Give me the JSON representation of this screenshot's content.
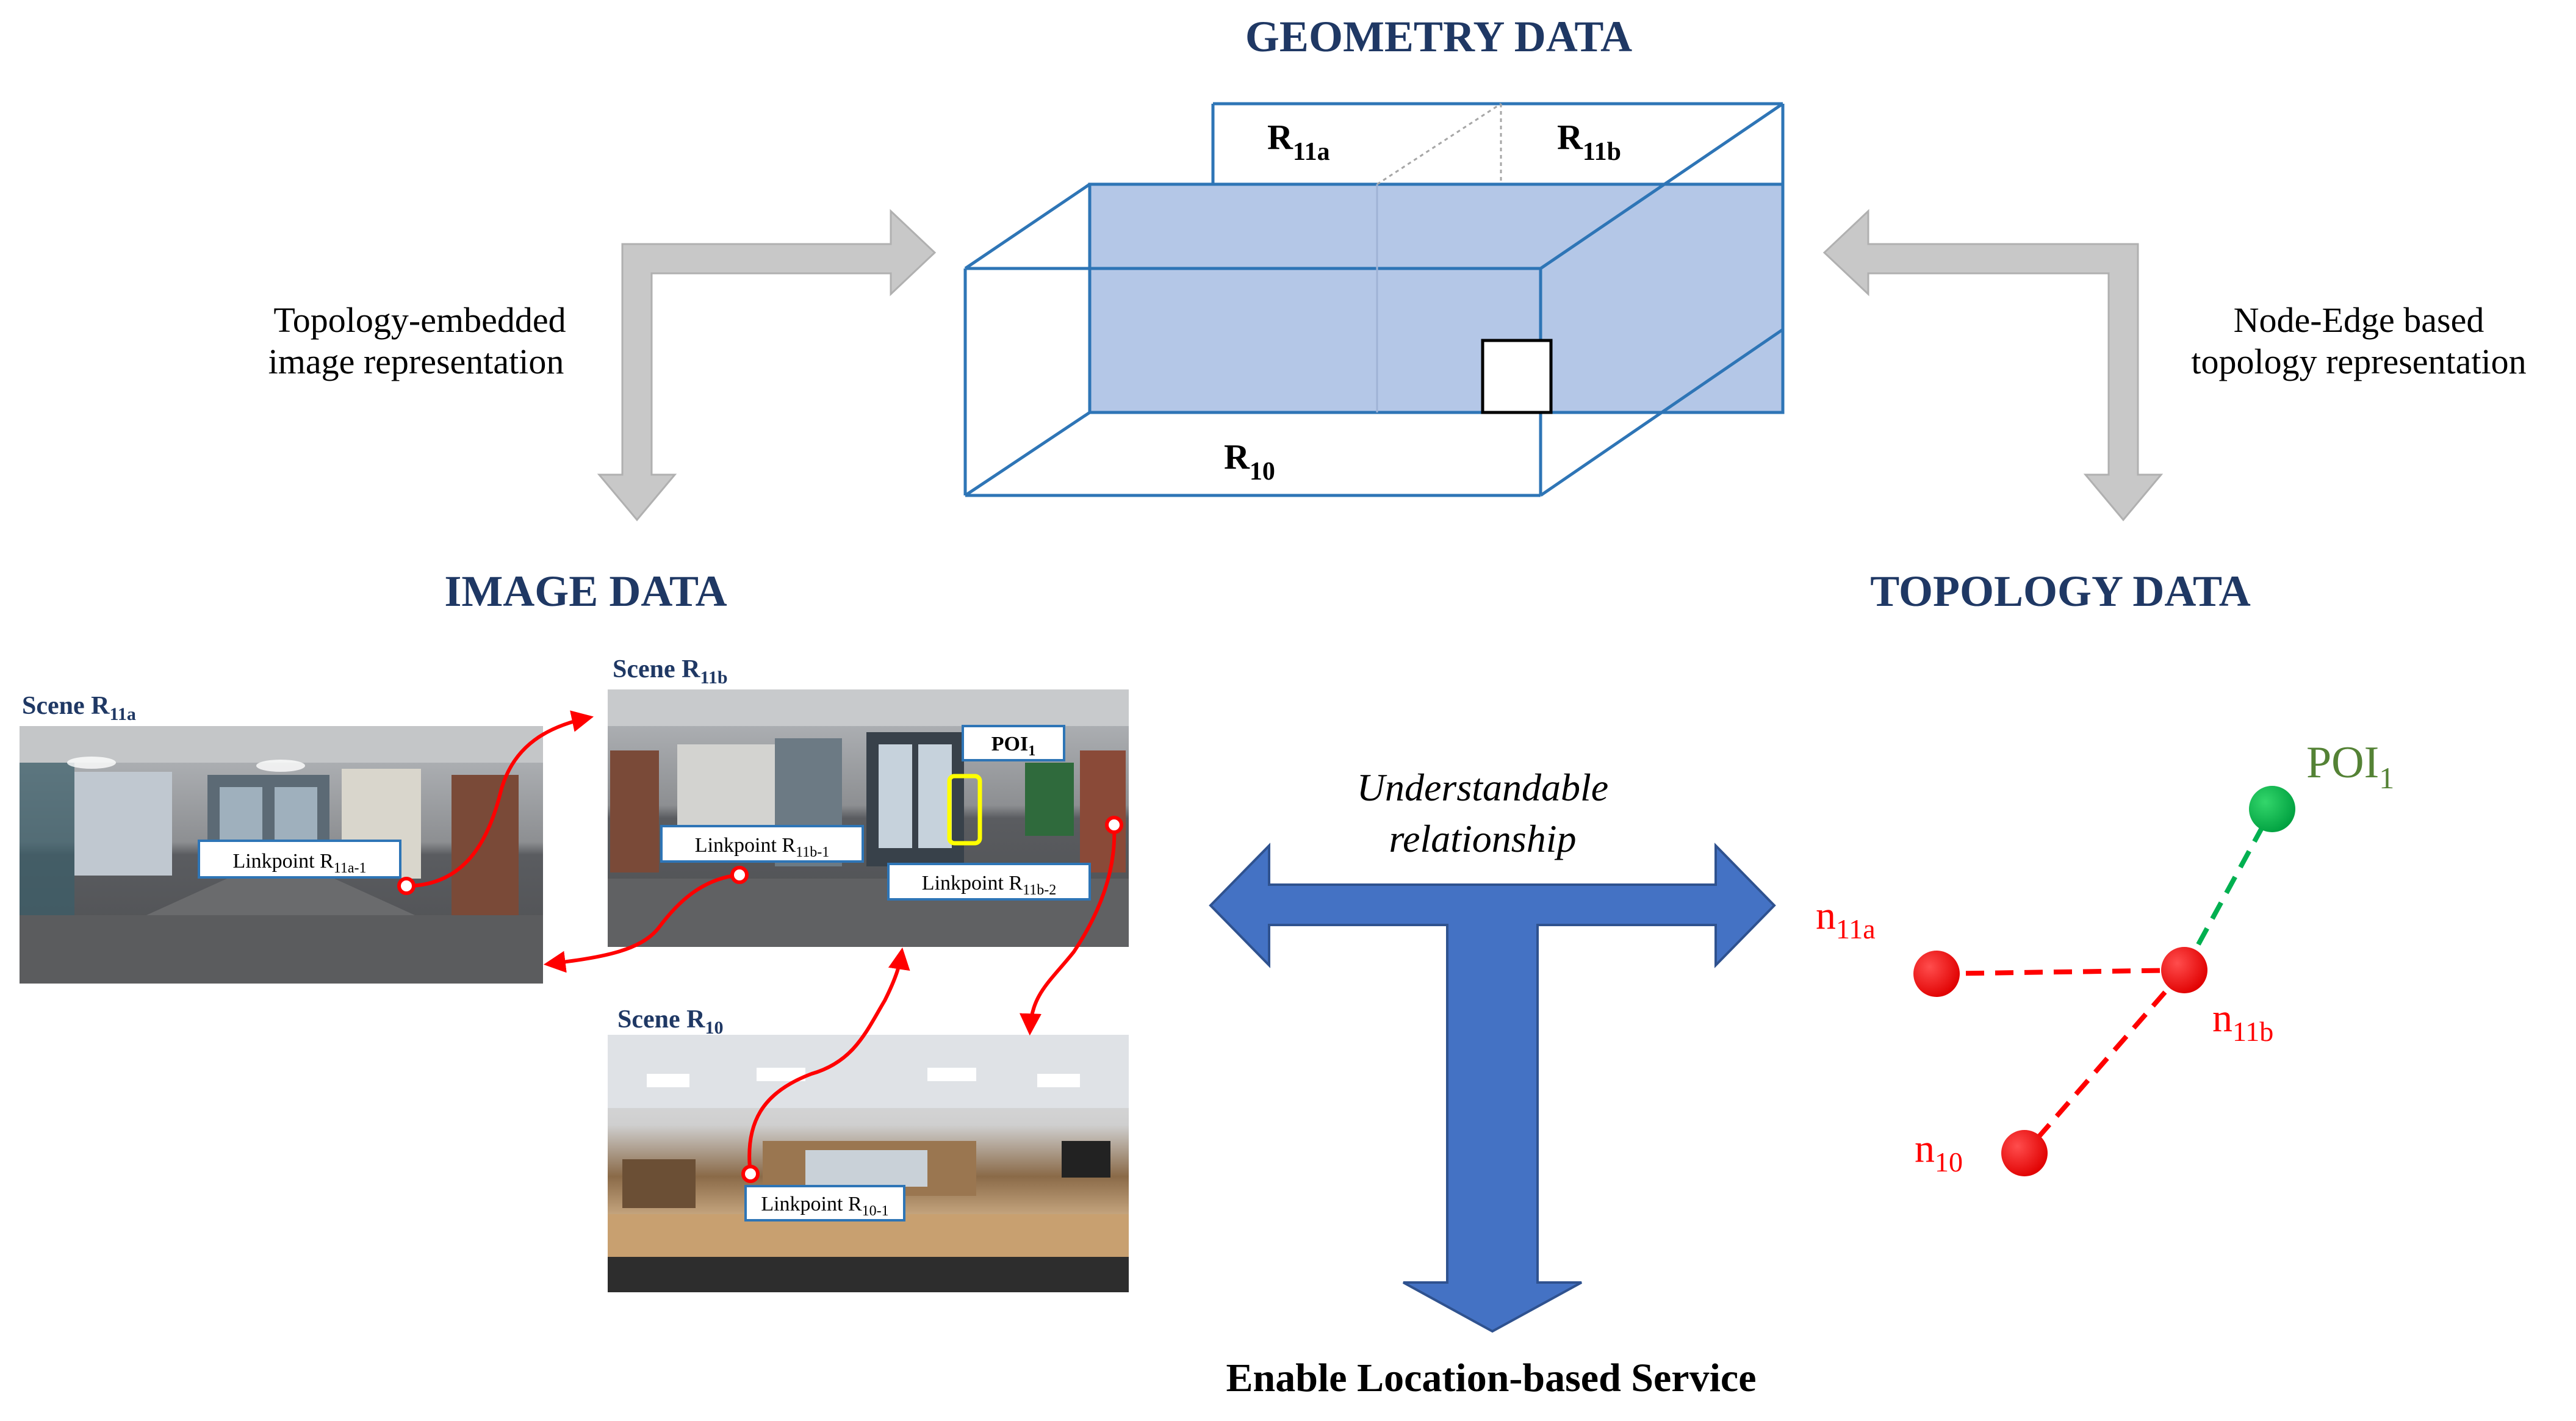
{
  "headings": {
    "geometry": "GEOMETRY DATA",
    "image": "IMAGE DATA",
    "topology": "TOPOLOGY DATA"
  },
  "captions": {
    "left_line1": "Topology-embedded",
    "left_line2": "image representation",
    "right_line1": "Node-Edge based",
    "right_line2": "topology representation",
    "center_line1": "Understandable",
    "center_line2": "relationship",
    "bottom": "Enable Location-based Service"
  },
  "geometry": {
    "room_r11a": {
      "base": "R",
      "sub": "11a"
    },
    "room_r11b": {
      "base": "R",
      "sub": "11b"
    },
    "room_r10": {
      "base": "R",
      "sub": "10"
    }
  },
  "scenes": {
    "r11a": {
      "label": "Scene R",
      "sub": "11a",
      "linkpoint": {
        "base": "Linkpoint R",
        "sub": "11a-1"
      }
    },
    "r11b": {
      "label": "Scene R",
      "sub": "11b",
      "linkpoint1": {
        "base": "Linkpoint R",
        "sub": "11b-1"
      },
      "linkpoint2": {
        "base": "Linkpoint R",
        "sub": "11b-2"
      },
      "poi": {
        "base": "POI",
        "sub": "1"
      }
    },
    "r10": {
      "label": "Scene R",
      "sub": "10",
      "linkpoint": {
        "base": "Linkpoint R",
        "sub": "10-1"
      }
    }
  },
  "topology": {
    "nodes": {
      "n11a": {
        "base": "n",
        "sub": "11a"
      },
      "n11b": {
        "base": "n",
        "sub": "11b"
      },
      "n10": {
        "base": "n",
        "sub": "10"
      },
      "poi": {
        "base": "POI",
        "sub": "1"
      }
    }
  },
  "colors": {
    "heading": "#1f3864",
    "box_edge": "#2e75b6",
    "box_face": "#b4c7e7",
    "grey_arrow": "#c8c8c8",
    "blue_arrow": "#4472c4",
    "node_red": "#ff0000",
    "node_green": "#00b050",
    "poi_label": "#548235"
  }
}
